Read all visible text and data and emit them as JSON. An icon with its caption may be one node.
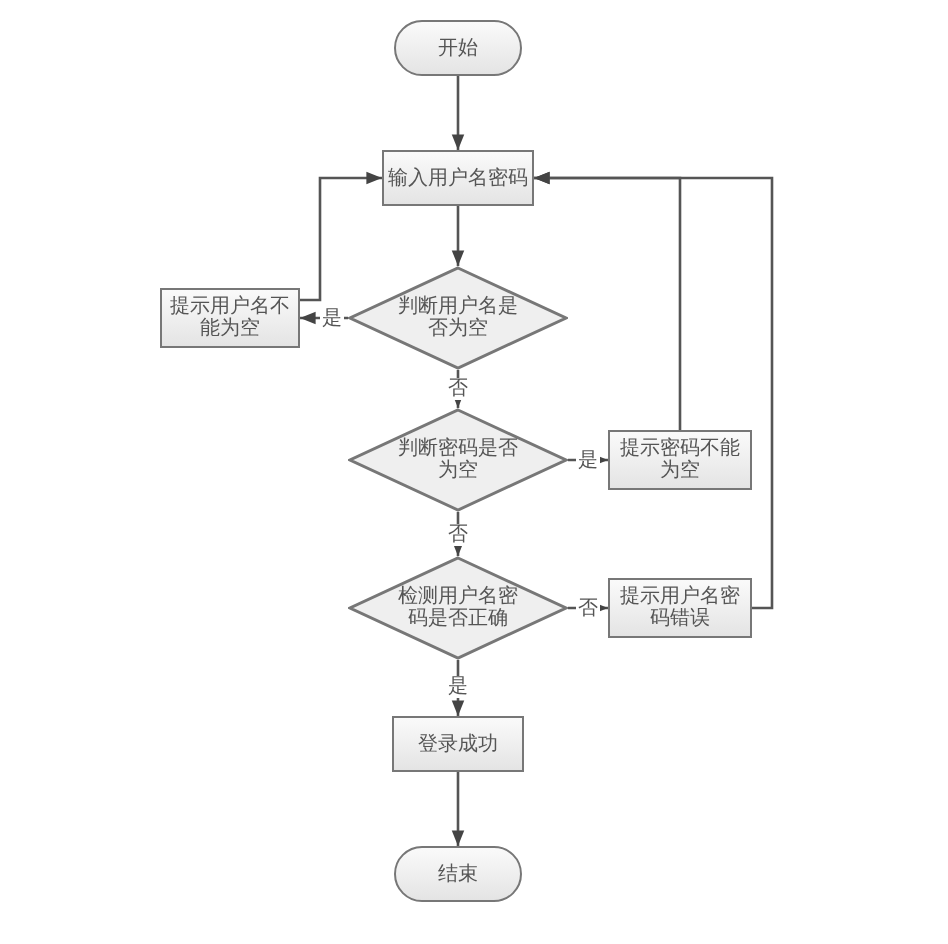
{
  "diagram": {
    "nodes": [
      {
        "text": [
          "开始"
        ]
      },
      {
        "text": [
          "输入用户名密码"
        ]
      },
      {
        "text": [
          "判断用户名是否为空"
        ]
      },
      {
        "text": [
          "提示用户名不能为空"
        ]
      },
      {
        "text": [
          "判断密码是否为空"
        ]
      },
      {
        "text": [
          "提示密码不能为空"
        ]
      },
      {
        "text": [
          "检测用户名密码是否正确"
        ]
      },
      {
        "text": [
          "提示用户名密码错误"
        ]
      },
      {
        "text": [
          "登录成功"
        ]
      },
      {
        "text": [
          "结束"
        ]
      }
    ],
    "edges": [
      {
        "from": 0,
        "to": 1,
        "arrow": "to"
      },
      {
        "from": 1,
        "to": 2,
        "arrow": "to"
      },
      {
        "from": 2,
        "to": 3,
        "arrow": "to",
        "label": "是"
      },
      {
        "from": 3,
        "to": 1,
        "arrow": "to"
      },
      {
        "from": 2,
        "to": 4,
        "arrow": "to",
        "label": "否"
      },
      {
        "from": 4,
        "to": 5,
        "arrow": "to",
        "label": "是"
      },
      {
        "from": 5,
        "to": 1,
        "arrow": "to"
      },
      {
        "from": 7,
        "to": 1,
        "arrow": "to"
      },
      {
        "from": 4,
        "to": 6,
        "arrow": "to",
        "label": "否"
      },
      {
        "from": 6,
        "to": 7,
        "arrow": "to",
        "label": "否"
      },
      {
        "from": 6,
        "to": 8,
        "arrow": "to",
        "label": "是"
      },
      {
        "from": 8,
        "to": 9,
        "arrow": "to"
      }
    ]
  }
}
